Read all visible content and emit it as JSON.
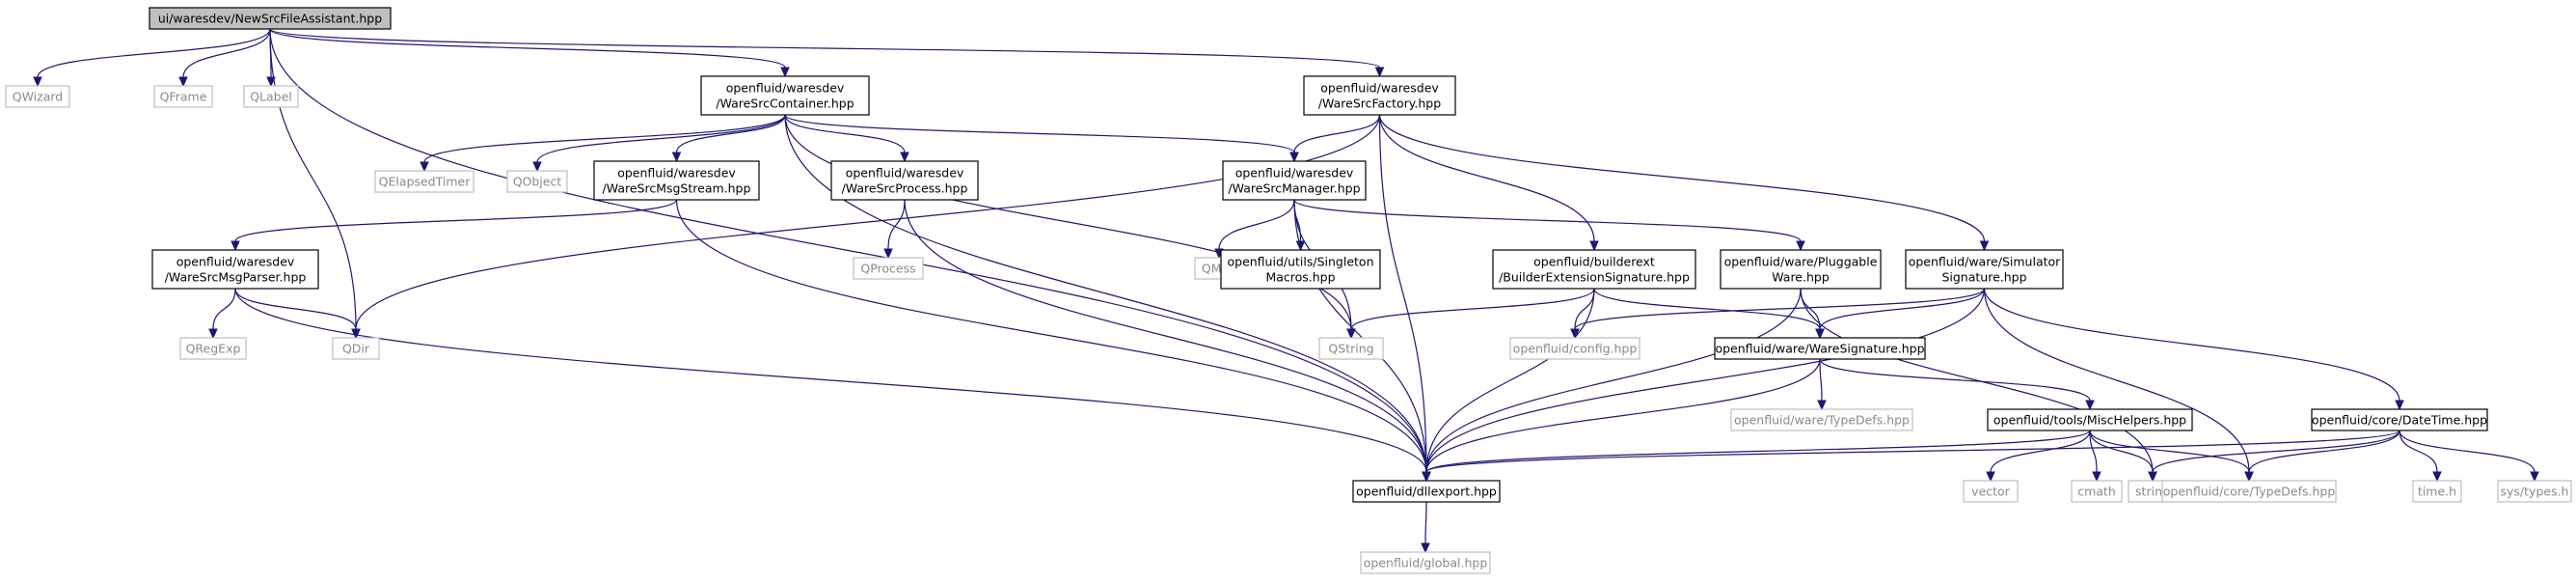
{
  "colors": {
    "edge": "#191970",
    "root_fill": "#bfbfbf",
    "node_border": "#000000",
    "external_border": "#bfbfbf",
    "external_text": "#8a8a8a",
    "background": "#ffffff"
  },
  "nodes": [
    {
      "id": "root",
      "lines": [
        "ui/waresdev/NewSrcFileAssistant.hpp"
      ],
      "kind": "root"
    },
    {
      "id": "qwizard",
      "lines": [
        "QWizard"
      ],
      "kind": "external"
    },
    {
      "id": "qframe",
      "lines": [
        "QFrame"
      ],
      "kind": "external"
    },
    {
      "id": "qlabel",
      "lines": [
        "QLabel"
      ],
      "kind": "external"
    },
    {
      "id": "container",
      "lines": [
        "openfluid/waresdev",
        "/WareSrcContainer.hpp"
      ],
      "kind": "header"
    },
    {
      "id": "factory",
      "lines": [
        "openfluid/waresdev",
        "/WareSrcFactory.hpp"
      ],
      "kind": "header"
    },
    {
      "id": "qelapsedtimer",
      "lines": [
        "QElapsedTimer"
      ],
      "kind": "external"
    },
    {
      "id": "qobject",
      "lines": [
        "QObject"
      ],
      "kind": "external"
    },
    {
      "id": "msgstream",
      "lines": [
        "openfluid/waresdev",
        "/WareSrcMsgStream.hpp"
      ],
      "kind": "header"
    },
    {
      "id": "process",
      "lines": [
        "openfluid/waresdev",
        "/WareSrcProcess.hpp"
      ],
      "kind": "header"
    },
    {
      "id": "manager",
      "lines": [
        "openfluid/waresdev",
        "/WareSrcManager.hpp"
      ],
      "kind": "header"
    },
    {
      "id": "msgparser",
      "lines": [
        "openfluid/waresdev",
        "/WareSrcMsgParser.hpp"
      ],
      "kind": "header"
    },
    {
      "id": "qprocess",
      "lines": [
        "QProcess"
      ],
      "kind": "external"
    },
    {
      "id": "qmap",
      "lines": [
        "QMap"
      ],
      "kind": "external"
    },
    {
      "id": "singleton",
      "lines": [
        "openfluid/utils/Singleton",
        "Macros.hpp"
      ],
      "kind": "header"
    },
    {
      "id": "builderext",
      "lines": [
        "openfluid/builderext",
        "/BuilderExtensionSignature.hpp"
      ],
      "kind": "header"
    },
    {
      "id": "pluggable",
      "lines": [
        "openfluid/ware/Pluggable",
        "Ware.hpp"
      ],
      "kind": "header"
    },
    {
      "id": "simsig",
      "lines": [
        "openfluid/ware/Simulator",
        "Signature.hpp"
      ],
      "kind": "header"
    },
    {
      "id": "qregexp",
      "lines": [
        "QRegExp"
      ],
      "kind": "external"
    },
    {
      "id": "qdir",
      "lines": [
        "QDir"
      ],
      "kind": "external"
    },
    {
      "id": "qstring",
      "lines": [
        "QString"
      ],
      "kind": "external"
    },
    {
      "id": "config",
      "lines": [
        "openfluid/config.hpp"
      ],
      "kind": "external"
    },
    {
      "id": "waresig",
      "lines": [
        "openfluid/ware/WareSignature.hpp"
      ],
      "kind": "header"
    },
    {
      "id": "waretypedefs",
      "lines": [
        "openfluid/ware/TypeDefs.hpp"
      ],
      "kind": "external"
    },
    {
      "id": "mischelpers",
      "lines": [
        "openfluid/tools/MiscHelpers.hpp"
      ],
      "kind": "header"
    },
    {
      "id": "datetime",
      "lines": [
        "openfluid/core/DateTime.hpp"
      ],
      "kind": "header"
    },
    {
      "id": "dllexport",
      "lines": [
        "openfluid/dllexport.hpp"
      ],
      "kind": "header"
    },
    {
      "id": "vector",
      "lines": [
        "vector"
      ],
      "kind": "external"
    },
    {
      "id": "cmath",
      "lines": [
        "cmath"
      ],
      "kind": "external"
    },
    {
      "id": "string",
      "lines": [
        "string"
      ],
      "kind": "external"
    },
    {
      "id": "coretypedefs",
      "lines": [
        "openfluid/core/TypeDefs.hpp"
      ],
      "kind": "external"
    },
    {
      "id": "timeh",
      "lines": [
        "time.h"
      ],
      "kind": "external"
    },
    {
      "id": "systypes",
      "lines": [
        "sys/types.h"
      ],
      "kind": "external"
    },
    {
      "id": "global",
      "lines": [
        "openfluid/global.hpp"
      ],
      "kind": "external"
    }
  ],
  "edges": [
    [
      "root",
      "qwizard"
    ],
    [
      "root",
      "qframe"
    ],
    [
      "root",
      "qlabel"
    ],
    [
      "root",
      "qdir"
    ],
    [
      "root",
      "container"
    ],
    [
      "root",
      "factory"
    ],
    [
      "root",
      "dllexport"
    ],
    [
      "container",
      "qelapsedtimer"
    ],
    [
      "container",
      "qobject"
    ],
    [
      "container",
      "msgstream"
    ],
    [
      "container",
      "process"
    ],
    [
      "container",
      "manager"
    ],
    [
      "container",
      "qstring"
    ],
    [
      "container",
      "dllexport"
    ],
    [
      "factory",
      "manager"
    ],
    [
      "factory",
      "builderext"
    ],
    [
      "factory",
      "simsig"
    ],
    [
      "factory",
      "dllexport"
    ],
    [
      "factory",
      "qdir"
    ],
    [
      "msgstream",
      "msgparser"
    ],
    [
      "msgstream",
      "dllexport"
    ],
    [
      "process",
      "qprocess"
    ],
    [
      "process",
      "dllexport"
    ],
    [
      "manager",
      "qmap"
    ],
    [
      "manager",
      "singleton"
    ],
    [
      "manager",
      "qstring"
    ],
    [
      "manager",
      "pluggable"
    ],
    [
      "manager",
      "dllexport"
    ],
    [
      "msgparser",
      "qregexp"
    ],
    [
      "msgparser",
      "qdir"
    ],
    [
      "msgparser",
      "dllexport"
    ],
    [
      "builderext",
      "qstring"
    ],
    [
      "builderext",
      "config"
    ],
    [
      "builderext",
      "waresig"
    ],
    [
      "builderext",
      "dllexport"
    ],
    [
      "pluggable",
      "waresig"
    ],
    [
      "pluggable",
      "dllexport"
    ],
    [
      "pluggable",
      "string"
    ],
    [
      "simsig",
      "config"
    ],
    [
      "simsig",
      "waresig"
    ],
    [
      "simsig",
      "dllexport"
    ],
    [
      "simsig",
      "datetime"
    ],
    [
      "simsig",
      "coretypedefs"
    ],
    [
      "waresig",
      "waretypedefs"
    ],
    [
      "waresig",
      "mischelpers"
    ],
    [
      "waresig",
      "dllexport"
    ],
    [
      "mischelpers",
      "vector"
    ],
    [
      "mischelpers",
      "cmath"
    ],
    [
      "mischelpers",
      "string"
    ],
    [
      "mischelpers",
      "coretypedefs"
    ],
    [
      "mischelpers",
      "dllexport"
    ],
    [
      "datetime",
      "dllexport"
    ],
    [
      "datetime",
      "string"
    ],
    [
      "datetime",
      "coretypedefs"
    ],
    [
      "datetime",
      "timeh"
    ],
    [
      "datetime",
      "systypes"
    ],
    [
      "dllexport",
      "global"
    ]
  ]
}
